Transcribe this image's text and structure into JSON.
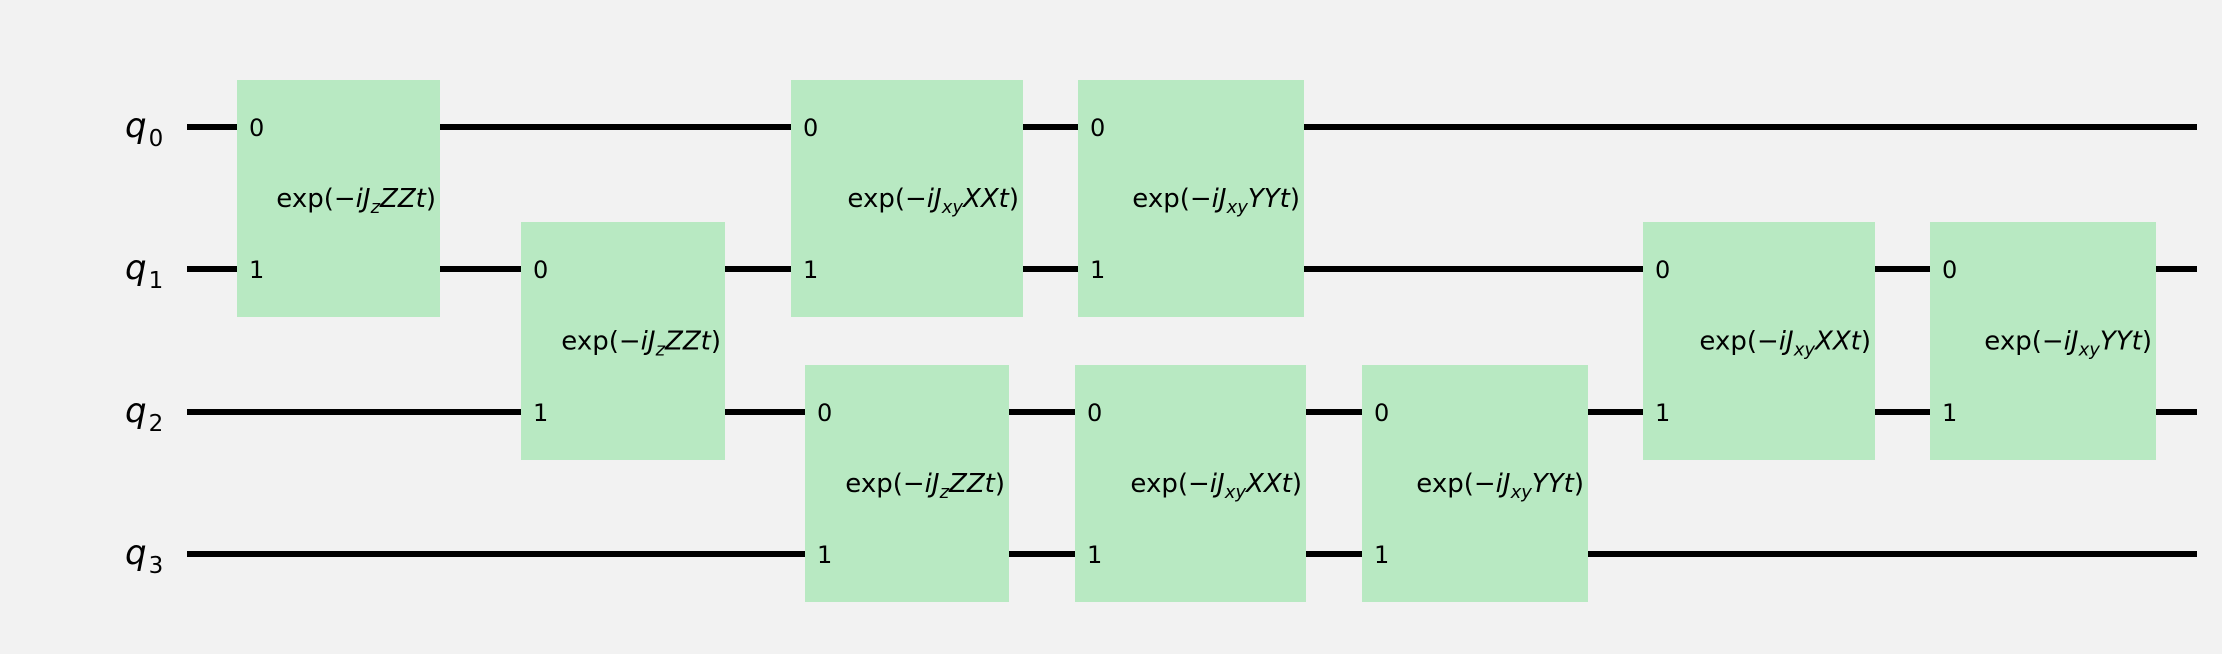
{
  "colors": {
    "background": "#f2f2f2",
    "wire": "#000000",
    "gate_fill": "#b8e9c2"
  },
  "qubits": [
    {
      "name": "q",
      "index": "0"
    },
    {
      "name": "q",
      "index": "1"
    },
    {
      "name": "q",
      "index": "2"
    },
    {
      "name": "q",
      "index": "3"
    }
  ],
  "gate_labels": {
    "zz": {
      "pre": "exp(",
      "minus": "−",
      "i": "i",
      "J": "J",
      "sub": "z",
      "op": "ZZt",
      "post": ")"
    },
    "xx": {
      "pre": "exp(",
      "minus": "−",
      "i": "i",
      "J": "J",
      "sub": "xy",
      "op": "XXt",
      "post": ")"
    },
    "yy": {
      "pre": "exp(",
      "minus": "−",
      "i": "i",
      "J": "J",
      "sub": "xy",
      "op": "YYt",
      "post": ")"
    }
  },
  "gates": [
    {
      "name": "zz-gate-q0-q1",
      "kind": "zz",
      "top_qubit": 0,
      "bottom_qubit": 1,
      "top_port": "0",
      "bottom_port": "1"
    },
    {
      "name": "zz-gate-q1-q2",
      "kind": "zz",
      "top_qubit": 1,
      "bottom_qubit": 2,
      "top_port": "0",
      "bottom_port": "1"
    },
    {
      "name": "xx-gate-q0-q1",
      "kind": "xx",
      "top_qubit": 0,
      "bottom_qubit": 1,
      "top_port": "0",
      "bottom_port": "1"
    },
    {
      "name": "zz-gate-q2-q3",
      "kind": "zz",
      "top_qubit": 2,
      "bottom_qubit": 3,
      "top_port": "0",
      "bottom_port": "1"
    },
    {
      "name": "yy-gate-q0-q1",
      "kind": "yy",
      "top_qubit": 0,
      "bottom_qubit": 1,
      "top_port": "0",
      "bottom_port": "1"
    },
    {
      "name": "xx-gate-q2-q3",
      "kind": "xx",
      "top_qubit": 2,
      "bottom_qubit": 3,
      "top_port": "0",
      "bottom_port": "1"
    },
    {
      "name": "yy-gate-q2-q3",
      "kind": "yy",
      "top_qubit": 2,
      "bottom_qubit": 3,
      "top_port": "0",
      "bottom_port": "1"
    },
    {
      "name": "xx-gate-q1-q2",
      "kind": "xx",
      "top_qubit": 1,
      "bottom_qubit": 2,
      "top_port": "0",
      "bottom_port": "1"
    },
    {
      "name": "yy-gate-q1-q2",
      "kind": "yy",
      "top_qubit": 1,
      "bottom_qubit": 2,
      "top_port": "0",
      "bottom_port": "1"
    }
  ]
}
